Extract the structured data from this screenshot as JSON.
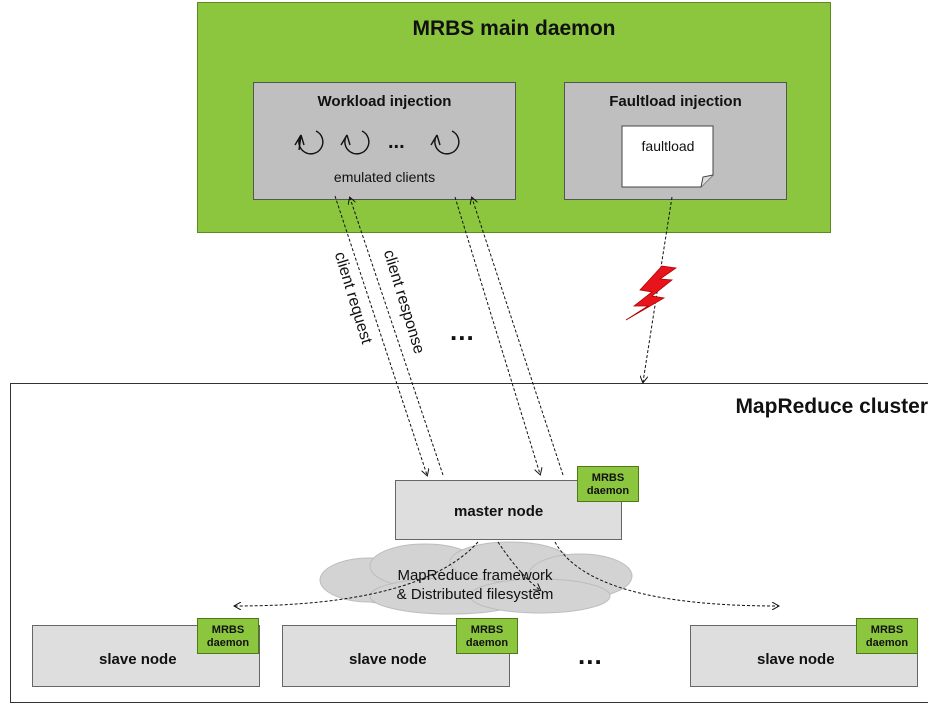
{
  "main_daemon": {
    "title": "MRBS main daemon",
    "workload": {
      "title": "Workload injection",
      "ellipsis": "...",
      "clients_label": "emulated clients"
    },
    "faultload": {
      "title": "Faultload injection",
      "doc_label": "faultload"
    }
  },
  "connections": {
    "request_label": "client request",
    "response_label": "client response",
    "ellipsis": "..."
  },
  "cluster": {
    "title": "MapReduce cluster",
    "master": {
      "label": "master node",
      "badge_line1": "MRBS",
      "badge_line2": "daemon"
    },
    "framework": {
      "line1": "MapReduce framework",
      "line2": "& Distributed filesystem"
    },
    "slaves": [
      {
        "label": "slave node",
        "badge_line1": "MRBS",
        "badge_line2": "daemon"
      },
      {
        "label": "slave node",
        "badge_line1": "MRBS",
        "badge_line2": "daemon"
      },
      {
        "label": "slave node",
        "badge_line1": "MRBS",
        "badge_line2": "daemon"
      }
    ],
    "slaves_ellipsis": "..."
  },
  "colors": {
    "daemon_green": "#8cc63f",
    "inner_gray": "#bfbfbf",
    "node_gray": "#dedede",
    "fault_red": "#e8141b"
  }
}
